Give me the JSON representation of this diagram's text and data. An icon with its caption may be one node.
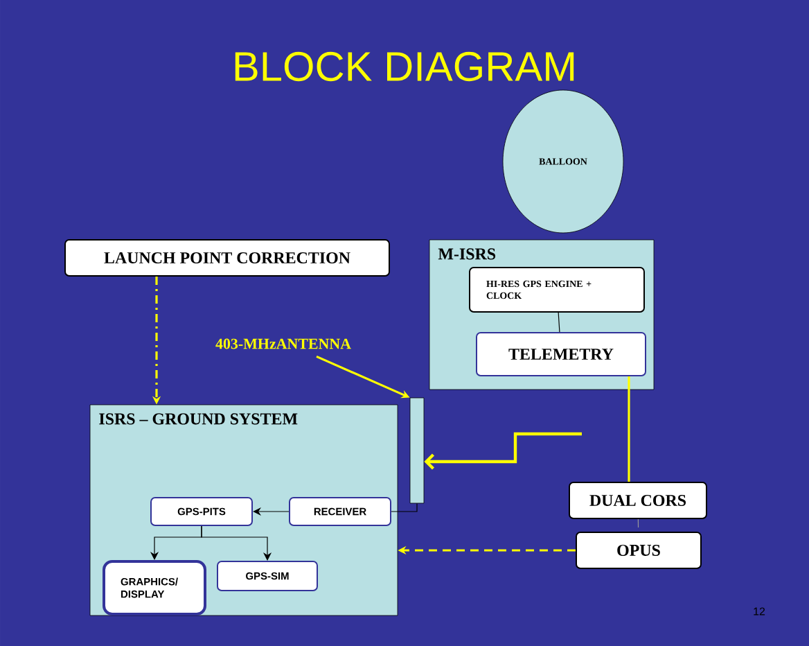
{
  "diagram": {
    "title": "BLOCK DIAGRAM",
    "nodes": [
      {
        "text": [
          "BALLOON"
        ]
      },
      {
        "text": [
          "LAUNCH POINT CORRECTION"
        ]
      },
      {
        "text": [
          "M-ISRS"
        ]
      },
      {
        "text": [
          "HI-RES GPS ENGINE + CLOCK"
        ],
        "in": 2
      },
      {
        "text": [
          "TELEMETRY"
        ],
        "in": 2
      },
      {
        "text": [
          "ISRS – GROUND SYSTEM"
        ]
      },
      {
        "text": [
          "GPS-PITS"
        ],
        "in": 5
      },
      {
        "text": [
          "RECEIVER"
        ],
        "in": 5
      },
      {
        "text": [
          "GRAPHICS/ DISPLAY"
        ],
        "in": 5
      },
      {
        "text": [
          "GPS-SIM"
        ],
        "in": 5
      },
      {
        "text": [],
        "shape": "bar"
      },
      {
        "text": [
          "DUAL CORS"
        ]
      },
      {
        "text": [
          "OPUS"
        ]
      },
      {
        "text": [
          "403-MHzANTENNA"
        ]
      }
    ],
    "edges": [
      {
        "from": 1,
        "to": 5,
        "arrow": "to",
        "style": "dashed"
      },
      {
        "from": 3,
        "to": 4,
        "arrow": "none",
        "color": "#000000"
      },
      {
        "from": 4,
        "to": 11,
        "arrow": "none"
      },
      {
        "from": null,
        "to": 10,
        "arrow": "to",
        "style": "thick"
      },
      {
        "from": 7,
        "to": 6,
        "arrow": "to",
        "color": "#000000"
      },
      {
        "from": 6,
        "to": 8,
        "arrow": "to",
        "color": "#000000"
      },
      {
        "from": 6,
        "to": 9,
        "arrow": "to",
        "color": "#000000"
      },
      {
        "from": 10,
        "to": 7,
        "arrow": "none",
        "color": "#000000"
      },
      {
        "from": 11,
        "to": 12,
        "arrow": "none",
        "style": "dashed",
        "color": "#999999"
      },
      {
        "from": 12,
        "to": 5,
        "arrow": "to",
        "style": "dashed"
      },
      {
        "from": 13,
        "to": 10,
        "arrow": "to"
      }
    ],
    "labels": [
      "12"
    ]
  }
}
